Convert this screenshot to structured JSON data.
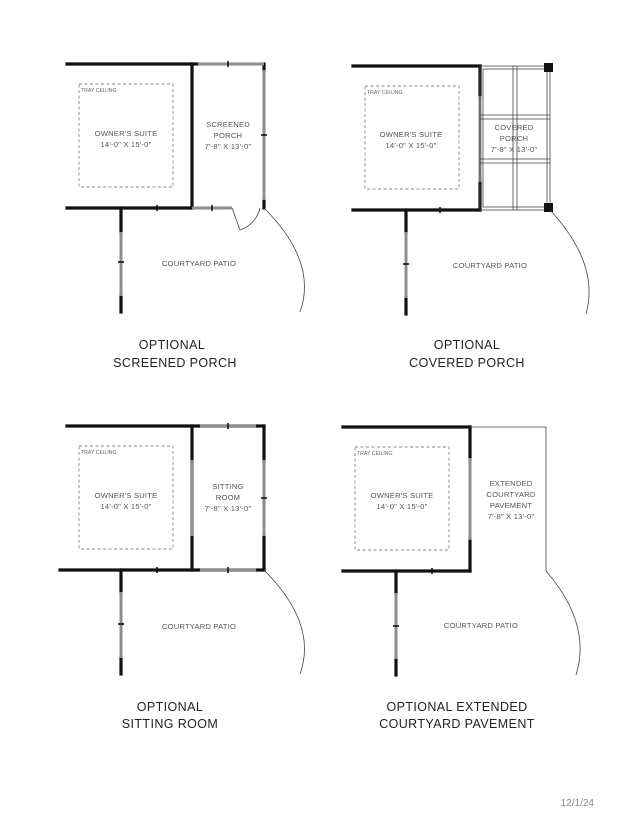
{
  "panels": {
    "screened_porch": {
      "tray_ceiling": "TRAY CEILING",
      "suite_name": "OWNER'S SUITE",
      "suite_dims": "14'-0\" X 15'-0\"",
      "room_name_1": "SCREENED",
      "room_name_2": "PORCH",
      "room_dims": "7'-8\" X 13'-0\"",
      "patio": "COURTYARD PATIO",
      "caption_1": "OPTIONAL",
      "caption_2": "SCREENED PORCH"
    },
    "covered_porch": {
      "tray_ceiling": "TRAY CEILING",
      "suite_name": "OWNER'S SUITE",
      "suite_dims": "14'-0\" X 15'-0\"",
      "room_name_1": "COVERED",
      "room_name_2": "PORCH",
      "room_dims": "7'-8\" X 13'-0\"",
      "patio": "COURTYARD PATIO",
      "caption_1": "OPTIONAL",
      "caption_2": "COVERED PORCH"
    },
    "sitting_room": {
      "tray_ceiling": "TRAY CEILING",
      "suite_name": "OWNER'S SUITE",
      "suite_dims": "14'-0\" X 15'-0\"",
      "room_name_1": "SITTING",
      "room_name_2": "ROOM",
      "room_dims": "7'-8\" X 13'-0\"",
      "patio": "COURTYARD PATIO",
      "caption_1": "OPTIONAL",
      "caption_2": "SITTING ROOM"
    },
    "extended_pavement": {
      "tray_ceiling": "TRAY CEILING",
      "suite_name": "OWNER'S SUITE",
      "suite_dims": "14'-0\" X 15'-0\"",
      "room_name_1": "EXTENDED",
      "room_name_2": "COURTYARD",
      "room_name_3": "PAVEMENT",
      "room_dims": "7'-8\" X 13'-0\"",
      "patio": "COURTYARD PATIO",
      "caption_1": "OPTIONAL EXTENDED",
      "caption_2": "COURTYARD PAVEMENT"
    }
  },
  "footer": {
    "date": "12/1/24"
  }
}
